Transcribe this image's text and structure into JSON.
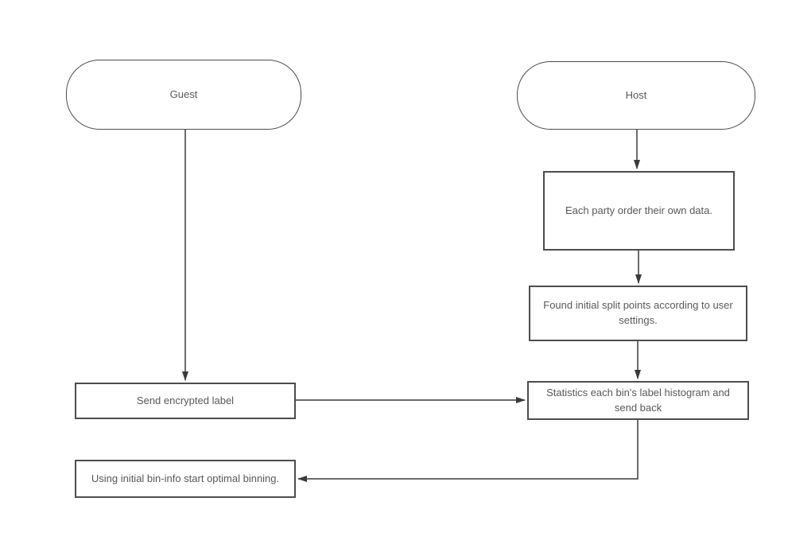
{
  "diagram": {
    "type": "flowchart",
    "colors": {
      "background": "#ffffff",
      "node_border": "#4d4d4d",
      "node_fill": "#ffffff",
      "text": "#595959",
      "connector": "#3a3a3a"
    },
    "nodes": {
      "guest": {
        "label": "Guest",
        "shape": "terminator"
      },
      "host": {
        "label": "Host",
        "shape": "terminator"
      },
      "each_party": {
        "label": "Each party order their own data.",
        "shape": "process"
      },
      "found_initial": {
        "label": "Found initial split points according to user settings.",
        "shape": "process"
      },
      "send_encrypted": {
        "label": "Send encrypted label",
        "shape": "process"
      },
      "statistics": {
        "label": "Statistics each bin's label histogram and send back",
        "shape": "process"
      },
      "using_initial": {
        "label": "Using initial bin-info start optimal binning.",
        "shape": "process"
      }
    },
    "edges": [
      {
        "from": "guest",
        "to": "send_encrypted",
        "direction": "down"
      },
      {
        "from": "host",
        "to": "each_party",
        "direction": "down"
      },
      {
        "from": "each_party",
        "to": "found_initial",
        "direction": "down"
      },
      {
        "from": "found_initial",
        "to": "statistics",
        "direction": "down"
      },
      {
        "from": "send_encrypted",
        "to": "statistics",
        "direction": "right"
      },
      {
        "from": "statistics",
        "to": "using_initial",
        "direction": "down-left"
      }
    ]
  }
}
